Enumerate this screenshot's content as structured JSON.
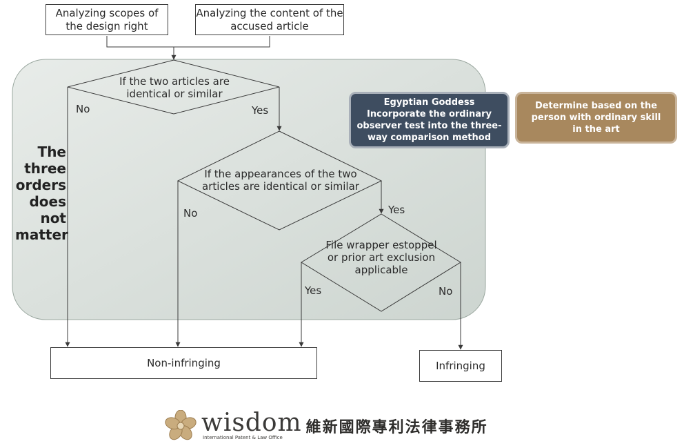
{
  "top_boxes": {
    "scopes": "Analyzing scopes of the design right",
    "content": "Analyzing the content of the accused article"
  },
  "decisions": {
    "d1": "If the two articles are identical or similar",
    "d2": "If the appearances of the two articles are identical or similar",
    "d3": "File wrapper estoppel or prior art exclusion applicable"
  },
  "edge_labels": {
    "d1_no": "No",
    "d1_yes": "Yes",
    "d2_no": "No",
    "d2_yes": "Yes",
    "d3_yes": "Yes",
    "d3_no": "No"
  },
  "side_note": "The three orders does not matter",
  "notes": {
    "egyptian": "Egyptian Goddess Incorporate the ordinary observer test into the three-way comparison method",
    "skill": "Determine based on the person with ordinary skill in the art"
  },
  "outcomes": {
    "non_infringing": "Non-infringing",
    "infringing": "Infringing"
  },
  "logo": {
    "word": "wisdom",
    "subtitle": "International Patent & Law Office",
    "chinese": "維新國際專利法律事務所"
  },
  "colors": {
    "region_fill": "#dfe5e1",
    "note_dark": "#3e4d60",
    "note_tan": "#a8885e"
  }
}
